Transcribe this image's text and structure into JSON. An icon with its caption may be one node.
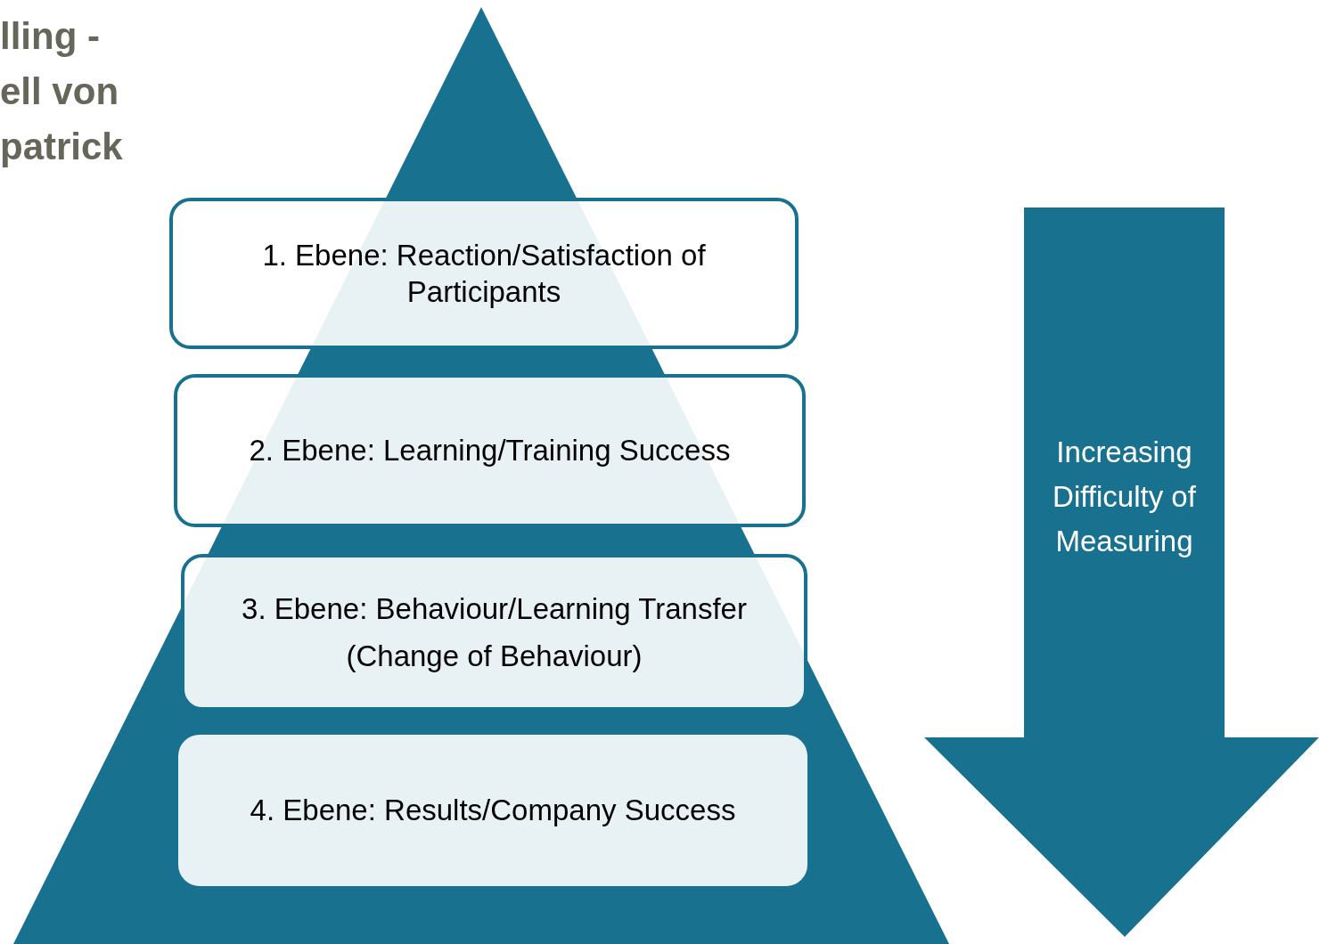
{
  "diagram": {
    "title": "lling - ell von patrick",
    "nodes": [
      {
        "text": [
          "1. Ebene: Reaction/Satisfaction of Participants"
        ]
      },
      {
        "text": [
          "2. Ebene: Learning/Training Success"
        ]
      },
      {
        "text": [
          "3. Ebene: Behaviour/Learning Transfer",
          "(Change of Behaviour)"
        ]
      },
      {
        "text": [
          "4. Ebene: Results/Company Success"
        ]
      },
      {
        "text": [
          "Increasing Difficulty of Measuring"
        ]
      }
    ]
  }
}
